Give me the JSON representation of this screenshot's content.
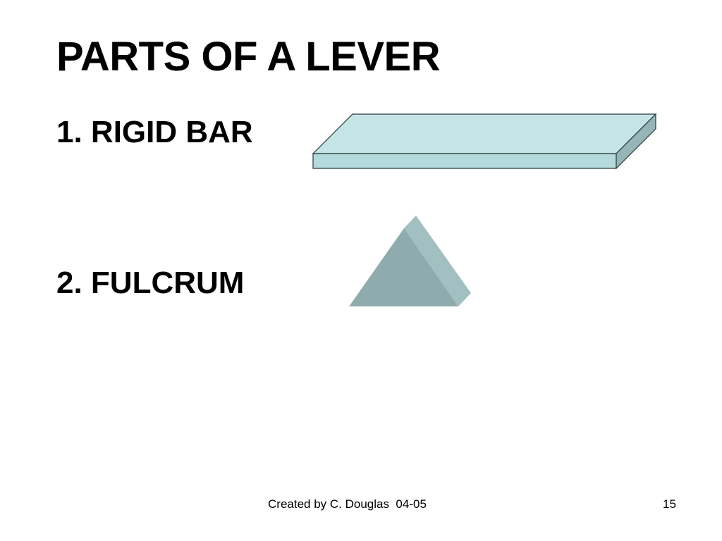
{
  "slide": {
    "title": "PARTS OF A LEVER",
    "items": [
      {
        "label": "1. RIGID BAR"
      },
      {
        "label": "2. FULCRUM"
      }
    ],
    "footer": {
      "credit": "Created by C. Douglas  04-05",
      "page_number": "15"
    }
  },
  "colors": {
    "bar_top": "#c5e4e6",
    "bar_front": "#b5dadd",
    "bar_side": "#96b5b8",
    "fulcrum_face": "#90abad",
    "fulcrum_side": "#a2c0c2",
    "outline": "#2b3a3b"
  }
}
